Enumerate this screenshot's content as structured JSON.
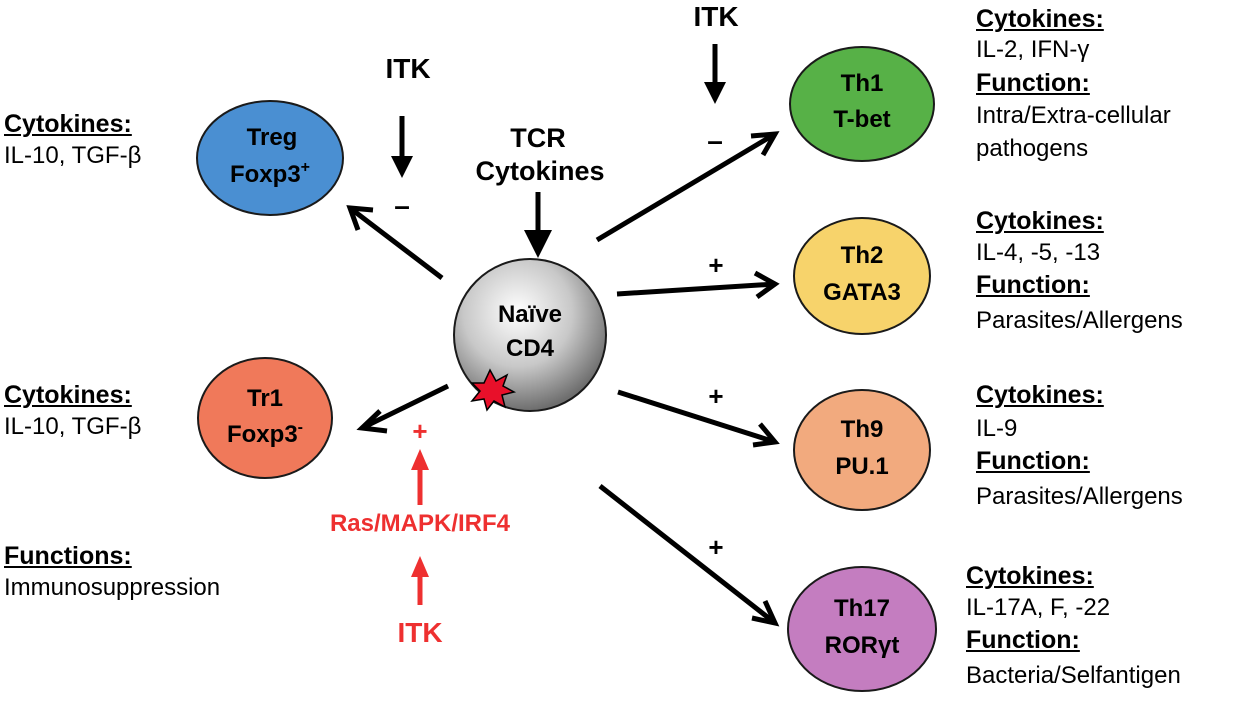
{
  "center": {
    "line1": "Naïve",
    "line2": "CD4"
  },
  "input": {
    "line1": "TCR",
    "line2": "Cytokines"
  },
  "cells": {
    "treg": {
      "line1": "Treg",
      "line2": "Foxp3",
      "sup": "+",
      "fill": "#4a8fd2"
    },
    "tr1": {
      "line1": "Tr1",
      "line2": "Foxp3",
      "sup": "-",
      "fill": "#f0795a"
    },
    "th1": {
      "line1": "Th1",
      "line2": "T-bet",
      "fill": "#57b147"
    },
    "th2": {
      "line1": "Th2",
      "line2": "GATA3",
      "fill": "#f7d36b"
    },
    "th9": {
      "line1": "Th9",
      "line2": "PU.1",
      "fill": "#f2aa7e"
    },
    "th17": {
      "line1": "Th17",
      "line2": "RORγt",
      "fill": "#c47dc0"
    }
  },
  "annotations": {
    "itk_treg": "ITK",
    "itk_th1": "ITK",
    "minus": "–",
    "plus": "+",
    "pathway": "Ras/MAPK/IRF4",
    "itk_red": "ITK"
  },
  "side_panels": {
    "treg": {
      "cytokines_label": "Cytokines:",
      "cytokines": "IL-10, TGF-β"
    },
    "tr1": {
      "cytokines_label": "Cytokines:",
      "cytokines": "IL-10, TGF-β",
      "functions_label": "Functions:",
      "functions": "Immunosuppression"
    },
    "th1": {
      "cytokines_label": "Cytokines:",
      "cytokines": "IL-2, IFN-γ",
      "function_label": "Function:",
      "function_line1": "Intra/Extra-cellular",
      "function_line2": "pathogens"
    },
    "th2": {
      "cytokines_label": "Cytokines:",
      "cytokines": "IL-4, -5, -13",
      "function_label": "Function:",
      "function": "Parasites/Allergens"
    },
    "th9": {
      "cytokines_label": "Cytokines:",
      "cytokines": "IL-9",
      "function_label": "Function:",
      "function": "Parasites/Allergens"
    },
    "th17": {
      "cytokines_label": "Cytokines:",
      "cytokines": "IL-17A, F, -22",
      "function_label": "Function:",
      "function": "Bacteria/Selfantigen"
    }
  },
  "colors": {
    "arrow": "#000000",
    "pathway": "#ee3030",
    "outline": "#1a1a1a"
  }
}
